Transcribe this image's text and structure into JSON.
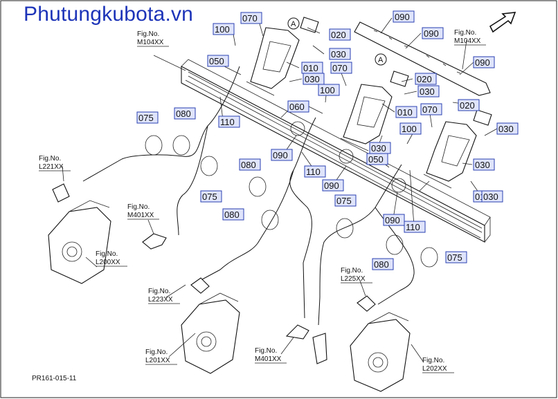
{
  "watermark": "Phutungkubota.vn",
  "drawing_code": "PR161-015-11",
  "fig_refs": [
    {
      "line1": "Fig.No.",
      "line2": "M104XX"
    },
    {
      "line1": "Fig.No.",
      "line2": "M104XX"
    },
    {
      "line1": "Fig.No.",
      "line2": "L221XX"
    },
    {
      "line1": "Fig.No.",
      "line2": "M401XX"
    },
    {
      "line1": "Fig.No.",
      "line2": "L200XX"
    },
    {
      "line1": "Fig.No.",
      "line2": "L223XX"
    },
    {
      "line1": "Fig.No.",
      "line2": "L225XX"
    },
    {
      "line1": "Fig.No.",
      "line2": "L201XX"
    },
    {
      "line1": "Fig.No.",
      "line2": "M401XX"
    },
    {
      "line1": "Fig.No.",
      "line2": "L202XX"
    }
  ],
  "callout_letters": [
    "A",
    "A"
  ],
  "part_labels": [
    "070",
    "100",
    "020",
    "030",
    "050",
    "010",
    "030",
    "090",
    "090",
    "090",
    "020",
    "030",
    "070",
    "100",
    "060",
    "010",
    "070",
    "020",
    "030",
    "110",
    "075",
    "080",
    "100",
    "030",
    "090",
    "030",
    "010",
    "110",
    "090",
    "050",
    "080",
    "075",
    "075",
    "080",
    "090",
    "110",
    "080",
    "075",
    "030"
  ]
}
